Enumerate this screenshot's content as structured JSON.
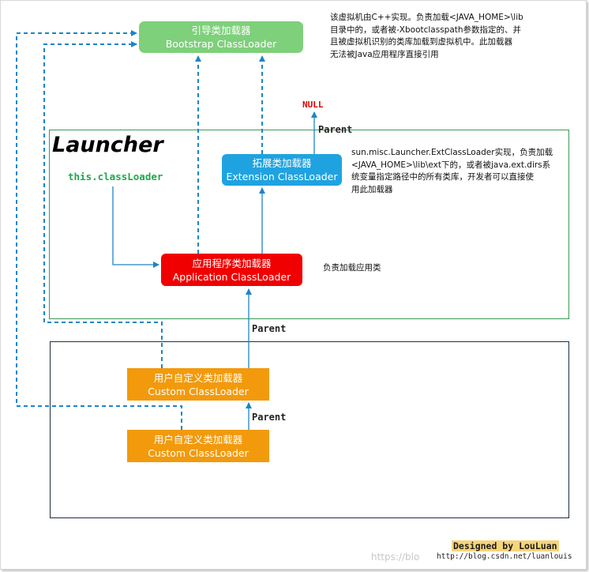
{
  "nodes": {
    "bootstrap": {
      "cn": "引导类加载器",
      "en": "Bootstrap ClassLoader"
    },
    "extension": {
      "cn": "拓展类加载器",
      "en": "Extension ClassLoader"
    },
    "application": {
      "cn": "应用程序类加载器",
      "en": "Application ClassLoader"
    },
    "custom1": {
      "cn": "用户自定义类加载器",
      "en": "Custom ClassLoader"
    },
    "custom2": {
      "cn": "用户自定义类加载器",
      "en": "Custom ClassLoader"
    }
  },
  "notes": {
    "bootstrap": [
      "该虚拟机由C++实现。负责加载<JAVA_HOME>\\lib",
      "目录中的，或者被-Xbootclasspath参数指定的、并",
      "且被虚拟机识别的类库加载到虚拟机中。此加载器",
      "无法被Java应用程序直接引用"
    ],
    "extension": [
      "sun.misc.Launcher.ExtClassLoader实现，负责加载",
      "<JAVA_HOME>\\lib\\ext下的，或者被java.ext.dirs系",
      "统变量指定路径中的所有类库，开发者可以直接使",
      "用此加载器"
    ],
    "application": "负责加载应用类"
  },
  "labels": {
    "launcher": "Launcher",
    "this_classloader": "this.classLoader",
    "null": "NULL",
    "parent": "Parent",
    "designed_by": "Designed by LouLuan",
    "blog_url": "http://blog.csdn.net/luanlouis",
    "watermark": "https://blo"
  },
  "colors": {
    "bootstrap": "#7ed07a",
    "extension": "#1fa3e0",
    "application": "#f00000",
    "custom": "#f29a0c",
    "arrow": "#1b86c8"
  }
}
